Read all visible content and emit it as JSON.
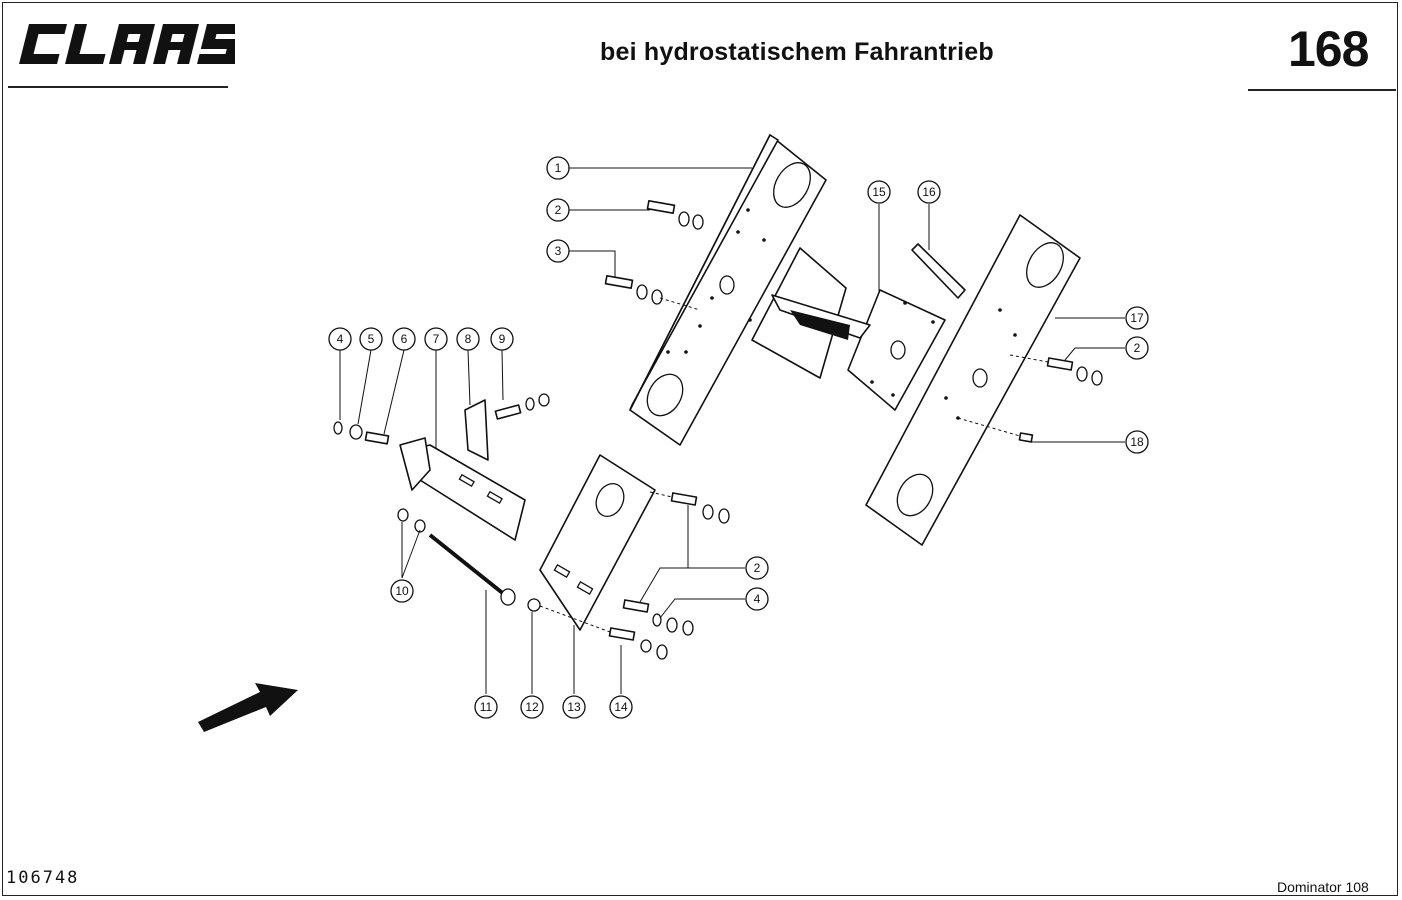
{
  "header": {
    "brand": "CLAAS",
    "title": "bei hydrostatischem Fahrantrieb",
    "page_number": "168"
  },
  "footer": {
    "doc_number": "106748",
    "model": "Dominator 108"
  },
  "callouts": [
    "1",
    "2",
    "3",
    "4",
    "5",
    "6",
    "7",
    "8",
    "9",
    "10",
    "11",
    "12",
    "13",
    "14",
    "15",
    "16",
    "17",
    "18"
  ],
  "colors": {
    "ink": "#111111",
    "paper": "#ffffff"
  }
}
